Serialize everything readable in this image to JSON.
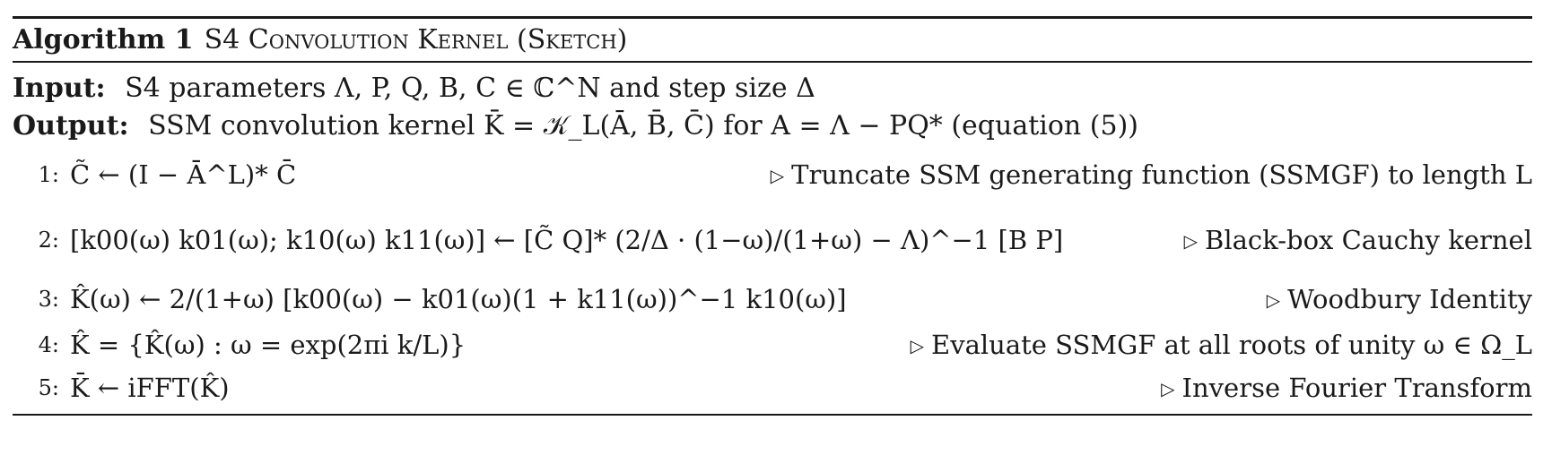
{
  "algorithm": {
    "label": "Algorithm 1",
    "name": "S4 Convolution Kernel (Sketch)",
    "input_label": "Input:",
    "input_text": "S4 parameters Λ, P, Q, B, C ∈ ℂ^N and step size Δ",
    "output_label": "Output:",
    "output_text": "SSM convolution kernel K̄ = 𝒦_L(Ā, B̄, C̄) for A = Λ − PQ* (equation (5))",
    "steps": [
      {
        "number": "1:",
        "statement": "C̃ ← (I − Ā^L)* C̄",
        "comment": "Truncate SSM generating function (SSMGF) to length L"
      },
      {
        "number": "2:",
        "statement": "[k00(ω) k01(ω); k10(ω) k11(ω)] ← [C̃ Q]* (2/Δ · (1−ω)/(1+ω) − Λ)^−1 [B P]",
        "comment": "Black-box Cauchy kernel"
      },
      {
        "number": "3:",
        "statement": "K̂(ω) ← 2/(1+ω) [k00(ω) − k01(ω)(1 + k11(ω))^−1 k10(ω)]",
        "comment": "Woodbury Identity"
      },
      {
        "number": "4:",
        "statement": "K̂ = {K̂(ω) : ω = exp(2πi k/L)}",
        "comment": "Evaluate SSMGF at all roots of unity ω ∈ Ω_L"
      },
      {
        "number": "5:",
        "statement": "K̄ ← iFFT(K̂)",
        "comment": "Inverse Fourier Transform"
      }
    ]
  }
}
